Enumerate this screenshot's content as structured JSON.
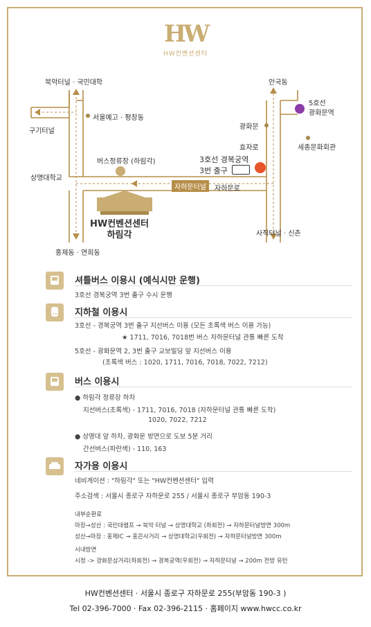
{
  "logo": {
    "mark": "HW",
    "text": "HW컨벤션센터"
  },
  "map": {
    "north_left": "북악터널 · 국민대학",
    "west": "구기터널",
    "seoul_arts": "서울예고 · 평창동",
    "busstop": "버스정류장 (하림각)",
    "sangmyung": "상명대학교",
    "hongje": "홍제동 · 연희동",
    "venue_line1": "HW컨벤션센터",
    "venue_line2": "하림각",
    "tunnel_road": "자하문터널",
    "jaha_road": "자하문로",
    "anguk": "안국동",
    "line5_1": "5호선",
    "line5_2": "광화문역",
    "gwanghwamun": "광화문",
    "hyoja": "효자로",
    "sejong": "세종문화회관",
    "line3_1": "3호선 경복궁역",
    "line3_2": "3번 출구",
    "sajik": "사직터널 · 신촌"
  },
  "shuttle": {
    "title": "셔틀버스 이용시 (예식시만 운행)",
    "line1": "3호선 경복궁역 3번 출구 수시 운행"
  },
  "subway": {
    "title": "지하철 이용시",
    "line1": "3호선 - 경복궁역 3번 출구 지선버스 이용 (모든 초록색 버스 이용 가능)",
    "line2": "★ 1711, 7016, 7018번 버스 자하문터널 관통 빠른 도착",
    "line3": "5호선 - 광화문역 2, 3번 출구 교보빌딩 앞 지선버스 이용",
    "line4": "(초록색 버스 : 1020, 1711, 7016, 7018, 7022, 7212)"
  },
  "bus": {
    "title": "버스 이용시",
    "line1": "하림각 정류장 하차",
    "line2": "지선버스(초록색)  -  1711, 7016, 7018 (자하문터널 관통 빠른 도착)",
    "line3": "1020, 7022, 7212",
    "line4": "상명대 앞 하차, 광화문 방면으로 도보 5분 거리",
    "line5": "간선버스(파란색) - 110, 163"
  },
  "car": {
    "title": "자가용 이용시",
    "nav": "네비게이션 : \"하림각\" 또는 \"HW컨벤션센터\" 입력",
    "addr": "주소검색 : 서울시 종로구 자하문로 255 / 서울시 종로구 부암동 190-3",
    "inner_title": "내부순환로",
    "inner1": "마장→성산 : 국민대램프 → 북악 터널 → 상명대학교 (좌회전) → 자하문터널방면 300m",
    "inner2": "성산→마장 : 홍제IC → 홍은사거리 → 상명대학교(우회전) → 자하문터널방면 300m",
    "city_title": "시내방면",
    "city1": "시청 -> 광화문삼거리(좌회전) → 경복궁역(우회전) → 자하문터널 → 200m 전방 유턴"
  },
  "footer": {
    "line1": "HW컨벤션센터 · 서울시 종로구 자하문로 255(부암동 190-3 )",
    "line2": "Tel 02-396-7000 · Fax 02-396-2115 · 홈페이지 www.hwcc.co.kr"
  },
  "colors": {
    "accent": "#c9ad73",
    "road": "#b68e49",
    "line3": "#e8552a",
    "line5": "#8a3ca8"
  },
  "icons": [
    "bus-icon",
    "subway-icon",
    "bus-icon",
    "car-icon"
  ]
}
